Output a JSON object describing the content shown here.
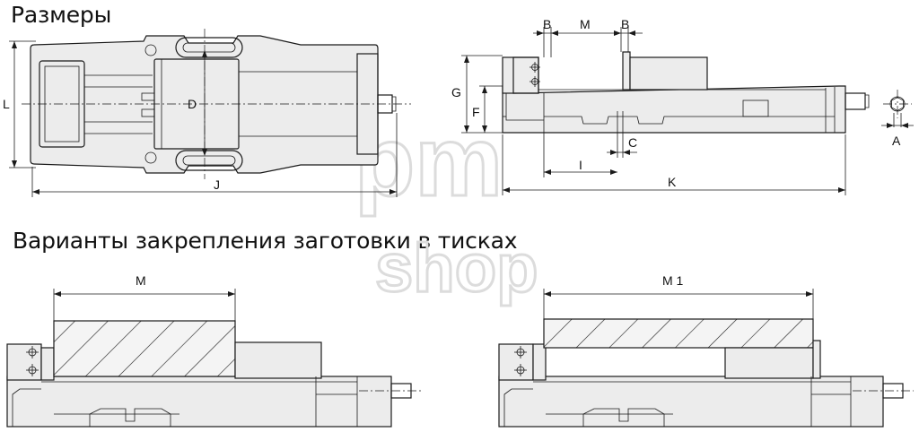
{
  "headings": {
    "dimensions": "Размеры",
    "clamping_options": "Варианты закрепления заготовки в тисках"
  },
  "labels": {
    "L": "L",
    "D": "D",
    "J": "J",
    "B_left": "B",
    "M": "M",
    "B_right": "B",
    "G": "G",
    "F": "F",
    "C": "C",
    "I": "I",
    "K": "K",
    "A": "A",
    "M_bottom": "M",
    "M1": "M 1"
  },
  "watermark": {
    "line1": "pm",
    "line2": "shop"
  },
  "colors": {
    "body_fill": "#ececec",
    "outline": "#1a1a1a",
    "watermark": "#dcdcdc"
  }
}
